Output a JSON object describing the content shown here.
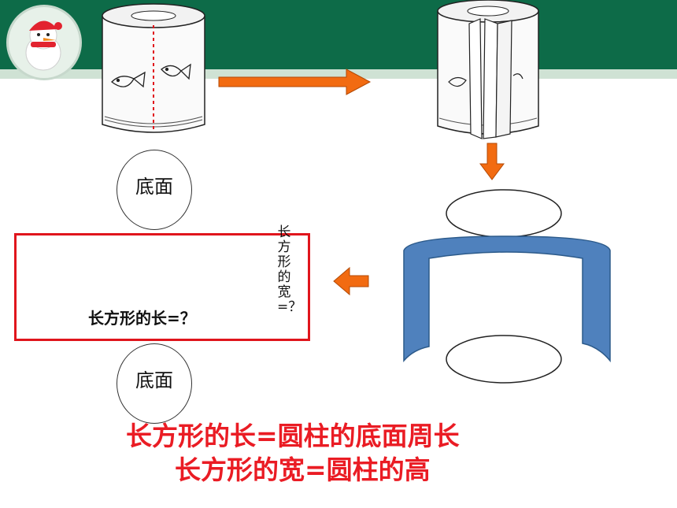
{
  "labels": {
    "base_top": "底面",
    "base_bottom": "底面",
    "rect_length": "长方形的长=？",
    "rect_width": "长方形的宽=？"
  },
  "formulas": {
    "line1": "长方形的长=圆柱的底面周长",
    "line2": "长方形的宽=圆柱的高"
  },
  "colors": {
    "header": "#0d6b48",
    "arrow": "#f26b11",
    "rect_border": "#e0151c",
    "formula_text": "#ea1c24",
    "cylinder_fill": "#4f81bd"
  }
}
